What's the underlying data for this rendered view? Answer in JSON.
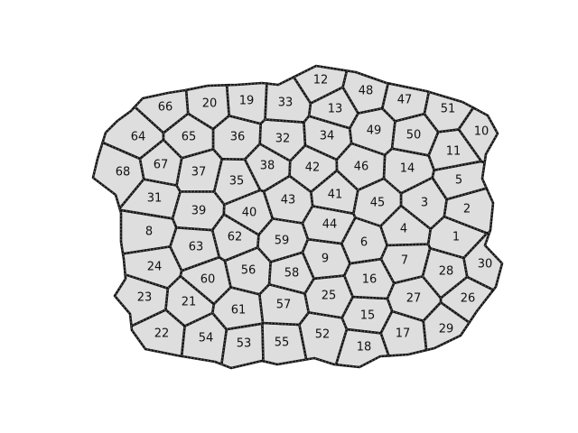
{
  "diagram": {
    "cells": [
      {
        "id": "1"
      },
      {
        "id": "2"
      },
      {
        "id": "3"
      },
      {
        "id": "4"
      },
      {
        "id": "5"
      },
      {
        "id": "6"
      },
      {
        "id": "7"
      },
      {
        "id": "8"
      },
      {
        "id": "9"
      },
      {
        "id": "10"
      },
      {
        "id": "11"
      },
      {
        "id": "12"
      },
      {
        "id": "13"
      },
      {
        "id": "14"
      },
      {
        "id": "15"
      },
      {
        "id": "16"
      },
      {
        "id": "17"
      },
      {
        "id": "18"
      },
      {
        "id": "19"
      },
      {
        "id": "20"
      },
      {
        "id": "21"
      },
      {
        "id": "22"
      },
      {
        "id": "23"
      },
      {
        "id": "24"
      },
      {
        "id": "25"
      },
      {
        "id": "26"
      },
      {
        "id": "27"
      },
      {
        "id": "28"
      },
      {
        "id": "29"
      },
      {
        "id": "30"
      },
      {
        "id": "31"
      },
      {
        "id": "32"
      },
      {
        "id": "33"
      },
      {
        "id": "34"
      },
      {
        "id": "35"
      },
      {
        "id": "36"
      },
      {
        "id": "37"
      },
      {
        "id": "38"
      },
      {
        "id": "39"
      },
      {
        "id": "40"
      },
      {
        "id": "41"
      },
      {
        "id": "42"
      },
      {
        "id": "43"
      },
      {
        "id": "44"
      },
      {
        "id": "45"
      },
      {
        "id": "46"
      },
      {
        "id": "47"
      },
      {
        "id": "48"
      },
      {
        "id": "49"
      },
      {
        "id": "50"
      },
      {
        "id": "51"
      },
      {
        "id": "52"
      },
      {
        "id": "53"
      },
      {
        "id": "54"
      },
      {
        "id": "55"
      },
      {
        "id": "56"
      },
      {
        "id": "57"
      },
      {
        "id": "58"
      },
      {
        "id": "59"
      },
      {
        "id": "60"
      },
      {
        "id": "61"
      },
      {
        "id": "62"
      },
      {
        "id": "63"
      },
      {
        "id": "64"
      },
      {
        "id": "65"
      },
      {
        "id": "66"
      },
      {
        "id": "67"
      },
      {
        "id": "68"
      }
    ],
    "colors": {
      "cell_fill": "#dedede",
      "cell_border": "#151515",
      "label_text": "#111111",
      "background": "#ffffff"
    }
  }
}
